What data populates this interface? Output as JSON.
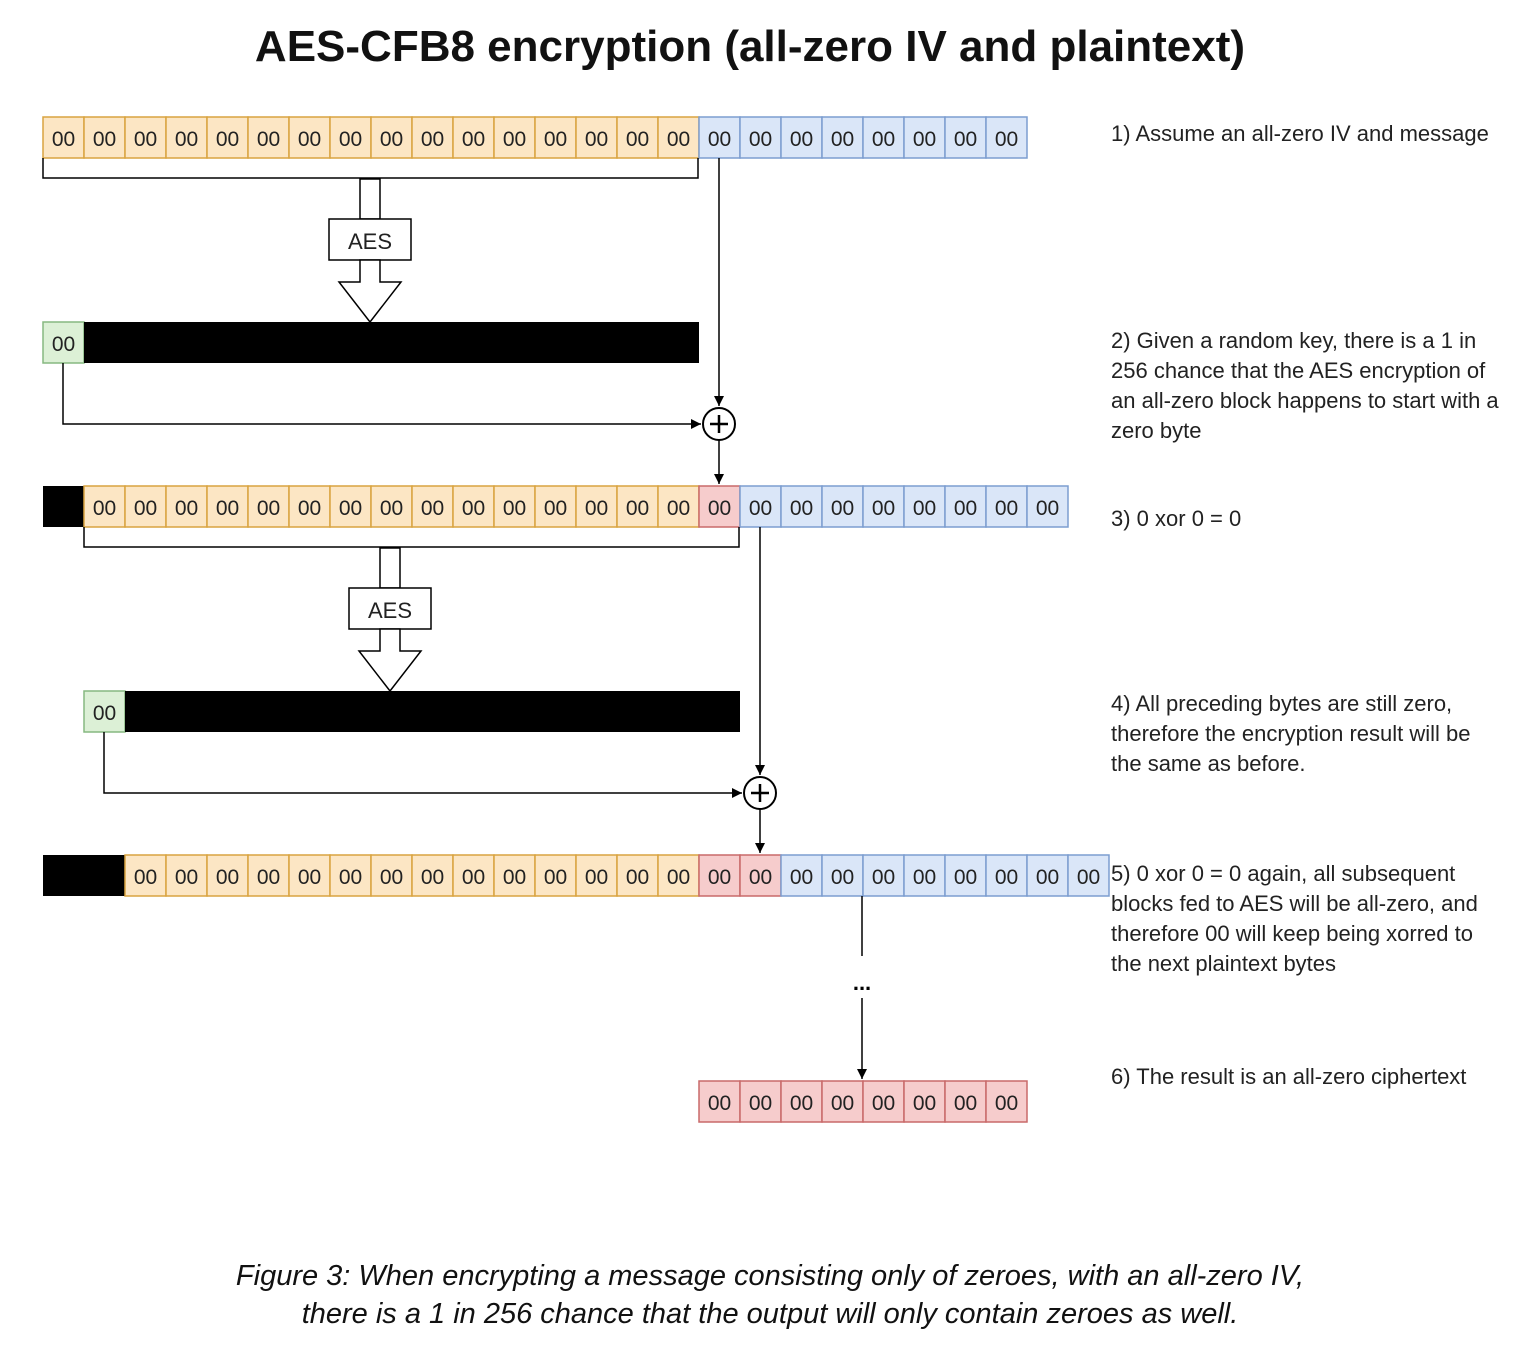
{
  "title": "AES-CFB8 encryption (all-zero IV and plaintext)",
  "cell_value": "00",
  "block_label": "AES",
  "ellipsis": "...",
  "colors": {
    "iv_fill": "#fce6c4",
    "iv_stroke": "#d9a440",
    "plain_fill": "#dae6f8",
    "plain_stroke": "#7c9dd0",
    "cipher_fill": "#f6cccc",
    "cipher_stroke": "#c96a6a",
    "keystream_fill": "#dcf0d6",
    "keystream_stroke": "#86b880",
    "opaque": "#000000"
  },
  "rows": [
    {
      "name": "row-1",
      "hidden": 0,
      "iv": 16,
      "cipher": 0,
      "plain": 8
    },
    {
      "name": "row-2",
      "hidden": 1,
      "iv": 15,
      "cipher": 1,
      "plain": 8
    },
    {
      "name": "row-3",
      "hidden": 2,
      "iv": 14,
      "cipher": 2,
      "plain": 8
    },
    {
      "name": "row-final",
      "hidden": 0,
      "iv": 0,
      "cipher": 8,
      "plain": 0
    }
  ],
  "steps": [
    "1) Assume an all-zero IV and message",
    "2) Given a random key, there is a 1 in 256 chance that the AES encryption of an all-zero block happens to start with a zero byte",
    "3) 0 xor 0 = 0",
    "4) All preceding bytes are still zero, therefore the encryption result will be the same as before.",
    "5) 0 xor 0 = 0 again, all subsequent blocks fed to AES will be all-zero, and therefore 00 will keep being xorred to the next plaintext bytes",
    "6) The result is an all-zero ciphertext"
  ],
  "caption": [
    "Figure 3: When encrypting a message consisting only of zeroes, with an all-zero IV,",
    "there is a 1 in 256 chance that the output will only contain zeroes as well."
  ]
}
